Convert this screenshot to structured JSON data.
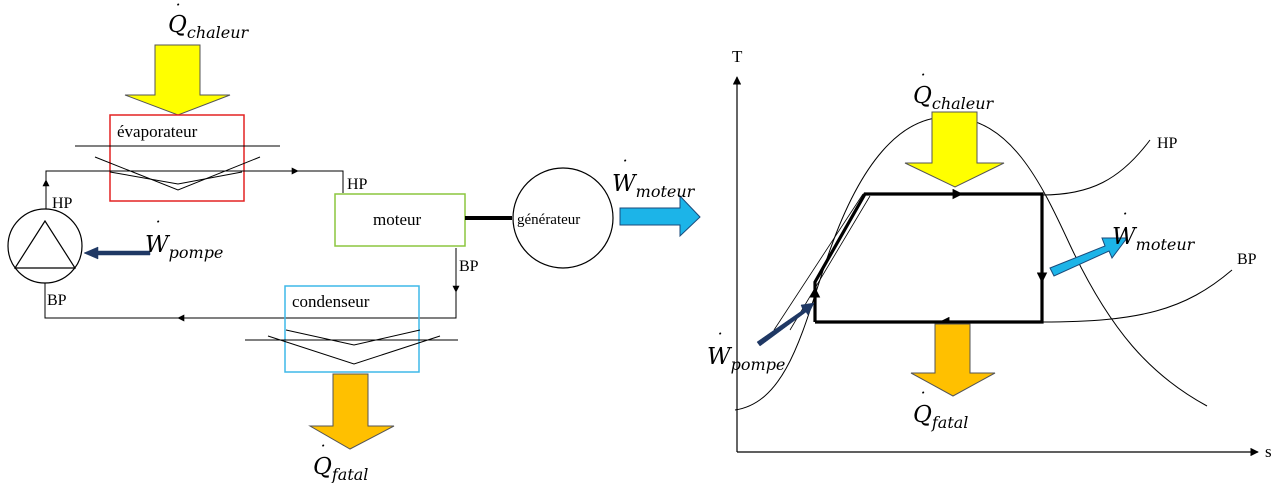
{
  "schematic": {
    "heat_in": {
      "symbol": "Q",
      "subscript": "chaleur"
    },
    "evaporator_label": "évaporateur",
    "hp_label_engine": "HP",
    "engine_label": "moteur",
    "generator_label": "générateur",
    "work_out": {
      "symbol": "W",
      "subscript": "moteur"
    },
    "bp_label_engine": "BP",
    "condenser_label": "condenseur",
    "heat_out": {
      "symbol": "Q",
      "subscript": "fatal"
    },
    "pump_hp_label": "HP",
    "pump_bp_label": "BP",
    "pump_work": {
      "symbol": "W",
      "subscript": "pompe"
    }
  },
  "ts_diagram": {
    "y_axis_label": "T",
    "x_axis_label": "s",
    "hp_curve_label": "HP",
    "bp_curve_label": "BP",
    "heat_in": {
      "symbol": "Q",
      "subscript": "chaleur"
    },
    "work_out": {
      "symbol": "W",
      "subscript": "moteur"
    },
    "heat_out": {
      "symbol": "Q",
      "subscript": "fatal"
    },
    "pump_work": {
      "symbol": "W",
      "subscript": "pompe"
    }
  },
  "colors": {
    "heat_in_arrow": "#ffff00",
    "heat_out_arrow": "#ffc000",
    "work_arrow": "#1cb4e8",
    "pump_arrow": "#1f3864",
    "evaporator_box": "#e32222",
    "engine_box": "#8cc63f",
    "condenser_box": "#3fb8e8"
  }
}
